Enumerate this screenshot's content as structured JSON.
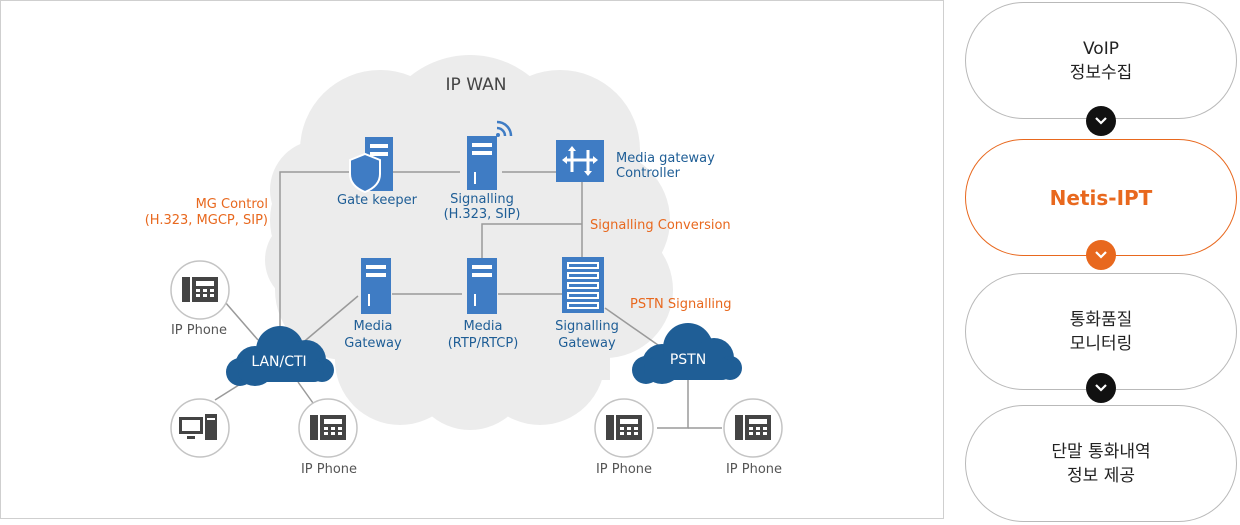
{
  "diagram": {
    "cloud_title": "IP WAN",
    "nodes": {
      "gatekeeper": "Gate keeper",
      "signalling_line1": "Signalling",
      "signalling_line2": "(H.323, SIP)",
      "mgc_line1": "Media gateway",
      "mgc_line2": "Controller",
      "media_gw_line1": "Media",
      "media_gw_line2": "Gateway",
      "media_rtp_line1": "Media",
      "media_rtp_line2": "(RTP/RTCP)",
      "sig_gw_line1": "Signalling",
      "sig_gw_line2": "Gateway",
      "lan": "LAN/CTI",
      "pstn": "PSTN",
      "ip_phone": "IP Phone"
    },
    "annotations": {
      "mg_control_line1": "MG Control",
      "mg_control_line2": "(H.323, MGCP, SIP)",
      "signalling_conversion": "Signalling Conversion",
      "pstn_signalling": "PSTN Signalling"
    },
    "colors": {
      "blue": "#3f7cc4",
      "navy": "#1f5e96",
      "orange": "#e8681e",
      "cloud": "#ececec",
      "gray": "#555555"
    }
  },
  "flow": {
    "steps": [
      {
        "line1": "VoIP",
        "line2": "정보수집"
      },
      {
        "line1": "Netis-IPT",
        "line2": ""
      },
      {
        "line1": "통화품질",
        "line2": "모니터링"
      },
      {
        "line1": "단말 통화내역",
        "line2": "정보 제공"
      }
    ],
    "chevron_icon": "chevron-down-icon"
  }
}
